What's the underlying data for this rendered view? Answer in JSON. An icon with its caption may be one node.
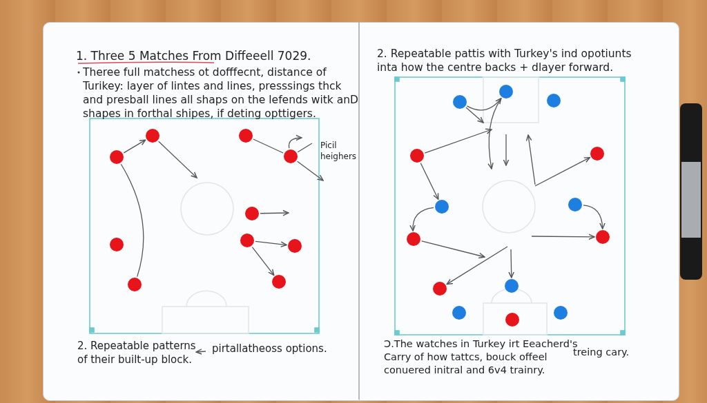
{
  "diagram": {
    "nodes": [
      {
        "text": [],
        "shape": "circle"
      },
      {
        "text": [],
        "shape": "circle"
      },
      {
        "text": [],
        "shape": "circle"
      },
      {
        "text": [],
        "shape": "circle"
      },
      {
        "text": [],
        "shape": "circle"
      },
      {
        "text": [],
        "shape": "circle"
      },
      {
        "text": [],
        "shape": "circle"
      },
      {
        "text": [],
        "shape": "circle"
      },
      {
        "text": [],
        "shape": "circle"
      },
      {
        "text": [],
        "shape": "circle"
      },
      {
        "text": [],
        "shape": "circle"
      },
      {
        "text": [],
        "shape": "circle"
      },
      {
        "text": [],
        "shape": "circle"
      },
      {
        "text": [],
        "shape": "circle"
      },
      {
        "text": [],
        "shape": "circle"
      },
      {
        "text": [],
        "shape": "circle"
      },
      {
        "text": [],
        "shape": "circle"
      },
      {
        "text": [],
        "shape": "circle"
      },
      {
        "text": [],
        "shape": "circle"
      },
      {
        "text": [],
        "shape": "circle"
      },
      {
        "text": [],
        "shape": "circle"
      },
      {
        "text": [],
        "shape": "circle"
      },
      {
        "text": [],
        "shape": "circle"
      },
      {
        "text": [],
        "shape": "circle"
      }
    ],
    "edges": [
      {
        "from": 0,
        "to": 1,
        "arrow": "to"
      },
      {
        "from": 1,
        "to": null,
        "arrow": "to"
      },
      {
        "from": 0,
        "to": 3,
        "arrow": "none"
      },
      {
        "from": 4,
        "to": 5,
        "arrow": "none"
      },
      {
        "from": 5,
        "to": null,
        "arrow": "to"
      },
      {
        "from": 5,
        "to": null,
        "arrow": "none"
      },
      {
        "from": 5,
        "to": null,
        "arrow": "to"
      },
      {
        "from": 6,
        "to": null,
        "arrow": "to"
      },
      {
        "from": 7,
        "to": 8,
        "arrow": "to"
      },
      {
        "from": 7,
        "to": 9,
        "arrow": "to"
      },
      {
        "from": 12,
        "to": null,
        "arrow": "to"
      },
      {
        "from": 12,
        "to": 10,
        "arrow": "to"
      },
      {
        "from": 10,
        "to": null,
        "arrow": "to"
      },
      {
        "from": 14,
        "to": null,
        "arrow": "to"
      },
      {
        "from": 14,
        "to": 16,
        "arrow": "to"
      },
      {
        "from": null,
        "to": 13,
        "arrow": "to"
      },
      {
        "from": 15,
        "to": 17,
        "arrow": "to"
      },
      {
        "from": 16,
        "to": 18,
        "arrow": "to"
      },
      {
        "from": 18,
        "to": null,
        "arrow": "to"
      },
      {
        "from": null,
        "to": 17,
        "arrow": "to"
      },
      {
        "from": null,
        "to": 20,
        "arrow": "to"
      },
      {
        "from": null,
        "to": 19,
        "arrow": "to"
      }
    ],
    "labels": [
      "1. Three 5 Matches From Diffeeell 7029.",
      "Theree full matchess ot dofffecnt, distance of Turikey: layer of lintes and lines, presssings thck and presball lines all shaps on the lefends witk anD shapes in forthal shipes, if deting opttigers.",
      "Picil heighers",
      "2. Repeatable patterns of their built-up block.",
      "pirtallatheoss options.",
      "2. Repeatable pattis with Turkey's ind opotiunts inta how the centre backs + dlayer forward.",
      "Ↄ.The watches in Turkey irt Eeacherd's Carry of how tattcs, bouck offeel conuered initral and 6v4 trainry.",
      "treing cary."
    ]
  }
}
